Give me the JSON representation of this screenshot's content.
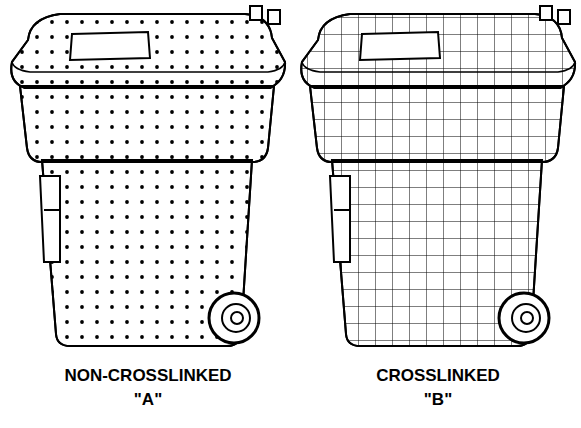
{
  "diagram": {
    "labels": [
      "NON-CROSSLINKED",
      "\"A\"",
      "CROSSLINKED",
      "\"B\""
    ]
  }
}
